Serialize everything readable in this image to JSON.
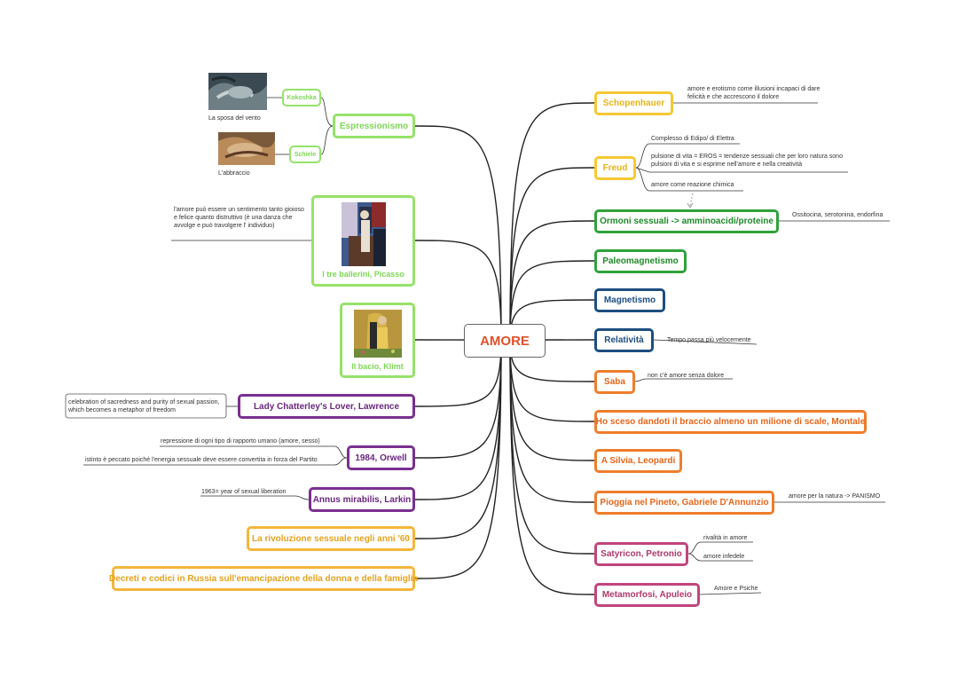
{
  "root": {
    "label": "AMORE"
  },
  "right_branches": [
    {
      "label": "Schopenhauer",
      "color": "#f6c833"
    },
    {
      "label": "Freud",
      "color": "#f6c833"
    },
    {
      "label": "Ormoni sessuali -> amminoacidi/proteine",
      "color": "#2fa23a"
    },
    {
      "label": "Paleomagnetismo",
      "color": "#2fa23a"
    },
    {
      "label": "Magnetismo",
      "color": "#1d4e80"
    },
    {
      "label": "Relatività",
      "color": "#1d4e80"
    },
    {
      "label": "Saba",
      "color": "#ef7d2b"
    },
    {
      "label": "Ho sceso dandoti il braccio almeno un milione di scale, Montale",
      "color": "#ef7d2b"
    },
    {
      "label": "A Silvia, Leopardi",
      "color": "#ef7d2b"
    },
    {
      "label": "Pioggia nel Pineto, Gabriele D'Annunzio",
      "color": "#ef7d2b"
    },
    {
      "label": "Satyricon, Petronio",
      "color": "#c1457c"
    },
    {
      "label": "Metamorfosi, Apuleio",
      "color": "#c1457c"
    }
  ],
  "left_branches": [
    {
      "label": "Espressionismo",
      "color": "#96e26a"
    },
    {
      "label": "I tre ballerini, Picasso",
      "color": "#96e26a"
    },
    {
      "label": "Il bacio, Klimt",
      "color": "#96e26a"
    },
    {
      "label": "Lady Chatterley's Lover, Lawrence",
      "color": "#7a2f8f"
    },
    {
      "label": "1984, Orwell",
      "color": "#7a2f8f"
    },
    {
      "label": "Annus mirabilis, Larkin",
      "color": "#7a2f8f"
    },
    {
      "label": "La rivoluzione sessuale negli anni '60",
      "color": "#f4b63a"
    },
    {
      "label": "Decreti e codici in Russia sull'emancipazione della donna e della famiglia",
      "color": "#f4b63a"
    }
  ],
  "sub_branches": {
    "kokoshka": "Kokoshka",
    "schiele": "Schiele"
  },
  "notes": {
    "schopenhauer": "amore e erotismo come illusioni incapaci di dare felicità e che accrescono il dolore",
    "freud_1": "Complesso di Edipo/ di Elettra",
    "freud_2": "pulsione di vita = EROS = tendenze sessuali che per loro natura sono pulsioni di vita e si esprime nell'amore e nella creatività",
    "freud_3": "amore come reazione chimica",
    "ormoni": "Ossitocina, serotonina, endorfina",
    "relativita": "Tempo passa più velocemente",
    "saba": "non c'è amore senza dolore",
    "pioggia": "amore per la natura -> PANISMO",
    "satyricon_1": "rivalità in amore",
    "satyricon_2": "amore infedele",
    "metamorfosi": "Amore e Psiche",
    "kokoshka_img": "La sposa del vento",
    "schiele_img": "L'abbraccio",
    "picasso": "l'amore può essere un sentimento tanto gioioso  e felice quanto distruttivo (è una danza che avvolge e può travolgere l' individuo)",
    "lawrence": "celebration of sacredness and purity of sexual passion, which becomes a metaphor of freedom",
    "orwell_1": "repressione di ogni tipo di rapporto umano (amore, sesso)",
    "orwell_2": "istinto è peccato poiché l'energia sessuale deve essere convertita in forza del Partito",
    "larkin": "1963= year of sexual liberation"
  }
}
